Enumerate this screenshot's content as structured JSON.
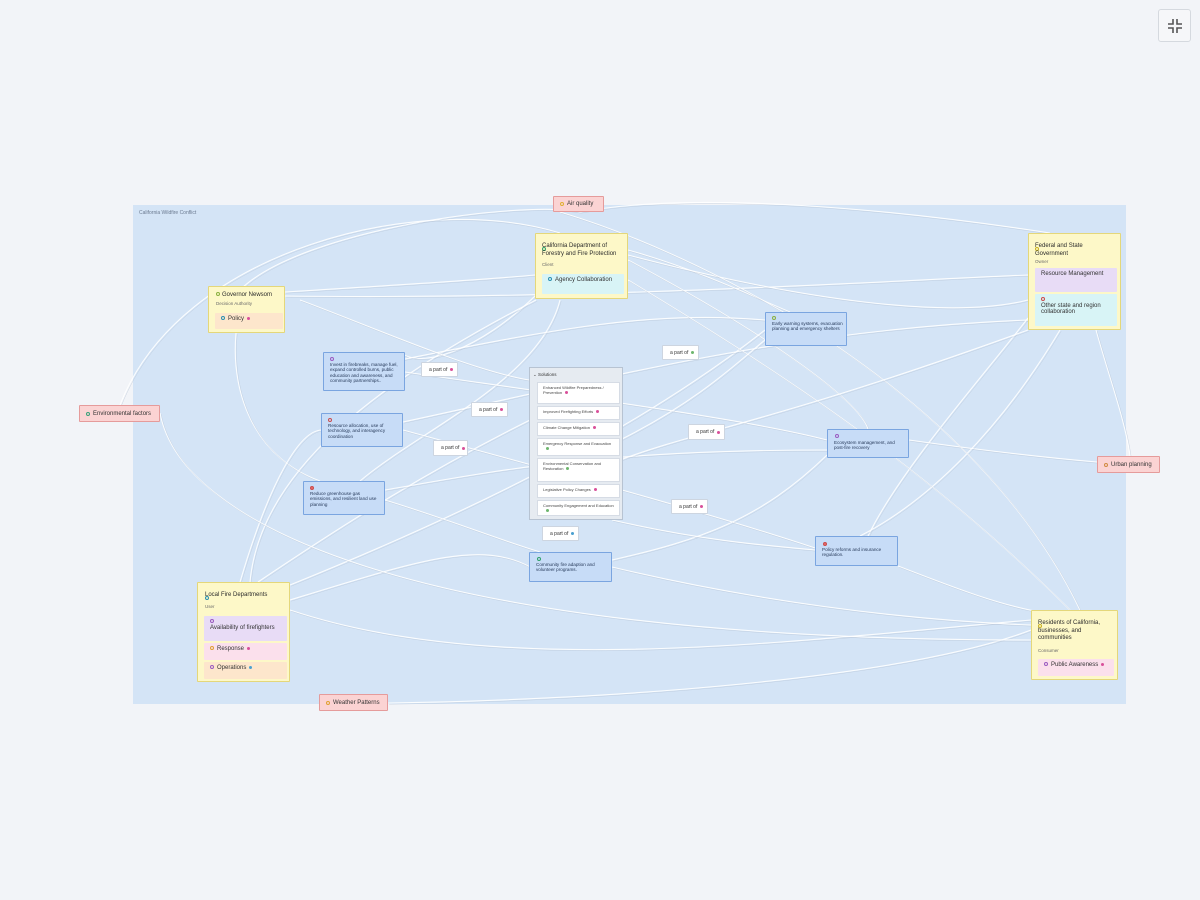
{
  "canvas": {
    "label": "California Wildfire Conflict"
  },
  "external": {
    "air": "Air quality",
    "env": "Environmental factors",
    "urban": "Urban planning",
    "weather": "Weather Patterns"
  },
  "actors": {
    "calfire": {
      "title": "California Department of Forestry and Fire Protection",
      "role": "Client",
      "chip": "Agency Collaboration"
    },
    "federal": {
      "title": "Federal and State Government",
      "role": "Owner",
      "chip1": "Resource Management",
      "chip2": "Other state and region collaboration"
    },
    "newsom": {
      "title": "Governor Newsom",
      "role": "Decision Authority",
      "chip": "Policy"
    },
    "local": {
      "title": "Local Fire Departments",
      "role": "User",
      "chip1": "Availability of firefighters",
      "chip2": "Response",
      "chip3": "Operations"
    },
    "residents": {
      "title": "Residents of California, businesses, and communities",
      "role": "Consumer",
      "chip": "Public Awareness"
    }
  },
  "actions": {
    "invest": "Invest in firebreaks, manage fuel, expand controlled burns, public education and awareness, and community partnerships..",
    "resource": "Resource allocation, use of technology, and interagency coordination",
    "reduce": "Reduce greenhouse gas emissions, and resilient land use planning",
    "early": "Early warning systems, evacuation planning and emergency shelters",
    "eco": "Ecosystem management, and post-fire recovery",
    "policy": "Policy reforms and insurance regulation.",
    "community": "Community fire adaption and volunteer programs."
  },
  "tags": {
    "t1": "a part of",
    "t2": "a part of",
    "t3": "a part of",
    "t4": "a part of",
    "t5": "a part of",
    "t6": "a part of",
    "t7": "a part of"
  },
  "solutions": {
    "title": "Solutions",
    "items": [
      "Enhanced Wildfire Preparedness / Prevention",
      "Improved Firefighting Efforts",
      "Climate Change Mitigation",
      "Emergency Response and Evacuation",
      "Environmental Conservation and Restoration",
      "Legislative Policy Changes",
      "Community Engagement and Education"
    ]
  },
  "colors": {
    "canvas": "#d4e4f6",
    "actor": "#fdf8c8",
    "external": "#fbd3d3",
    "action": "#c7dcf7"
  }
}
